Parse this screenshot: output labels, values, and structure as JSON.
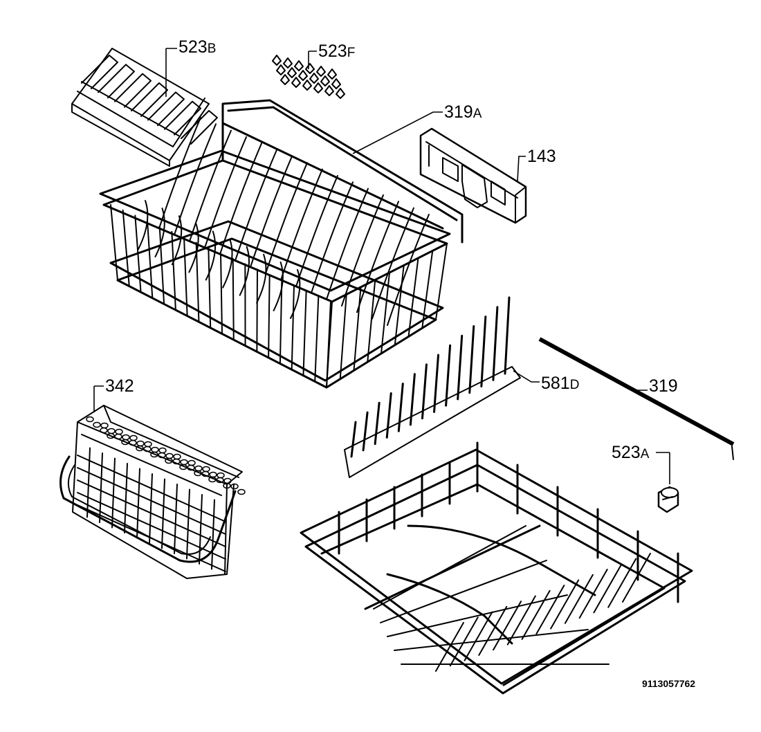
{
  "parts": [
    {
      "id": "p523b",
      "number": "523",
      "suffix": "B"
    },
    {
      "id": "p523f",
      "number": "523",
      "suffix": "F"
    },
    {
      "id": "p319a",
      "number": "319",
      "suffix": "A"
    },
    {
      "id": "p143",
      "number": "143",
      "suffix": ""
    },
    {
      "id": "p342",
      "number": "342",
      "suffix": ""
    },
    {
      "id": "p581d",
      "number": "581",
      "suffix": "D"
    },
    {
      "id": "p319",
      "number": "319",
      "suffix": ""
    },
    {
      "id": "p523a",
      "number": "523",
      "suffix": "A"
    }
  ],
  "drawing_reference": "9113057762",
  "colors": {
    "line": "#000000",
    "background": "#ffffff"
  }
}
